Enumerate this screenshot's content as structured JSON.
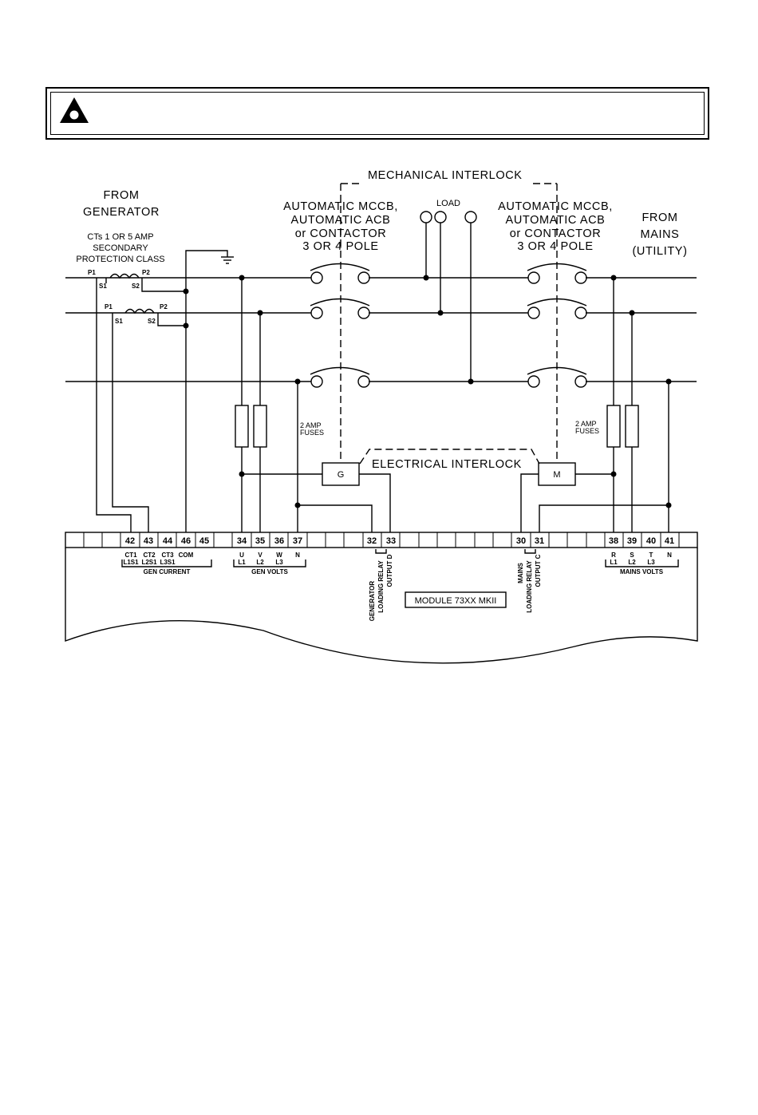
{
  "warning": {
    "icon": "warning-triangle-icon",
    "text": ""
  },
  "diagram": {
    "title_mechanical": "MECHANICAL  INTERLOCK",
    "title_electrical": "ELECTRICAL  INTERLOCK",
    "from_generator": [
      "FROM",
      "GENERATOR"
    ],
    "from_mains": [
      "FROM",
      "MAINS",
      "(UTILITY)"
    ],
    "ct_note": [
      "CTs 1 OR 5 AMP",
      "SECONDARY",
      "PROTECTION CLASS"
    ],
    "breaker_left": [
      "AUTOMATIC MCCB,",
      "AUTOMATIC ACB",
      "or  CONTACTOR",
      "3  OR  4 POLE"
    ],
    "breaker_right": [
      "AUTOMATIC MCCB,",
      "AUTOMATIC ACB",
      "or  CONTACTOR",
      "3  OR  4 POLE"
    ],
    "load_label": "LOAD",
    "fuses_left": [
      "2 AMP",
      "FUSES"
    ],
    "fuses_right": [
      "2 AMP",
      "FUSES"
    ],
    "ct_labels": {
      "p1": "P1",
      "p2": "P2",
      "s1": "S1",
      "s2": "S2"
    },
    "coil_g": "G",
    "coil_m": "M",
    "terminals": [
      "42",
      "43",
      "44",
      "46",
      "45",
      "34",
      "35",
      "36",
      "37",
      "32",
      "33",
      "30",
      "31",
      "38",
      "39",
      "40",
      "41"
    ],
    "gen_current": {
      "cols": [
        "CT1",
        "CT2",
        "CT3",
        "COM"
      ],
      "sub": [
        "L1S1",
        "L2S1",
        "L3S1"
      ],
      "label": "GEN CURRENT"
    },
    "gen_volts": {
      "cols": [
        "U",
        "V",
        "W",
        "N"
      ],
      "sub": [
        "L1",
        "L2",
        "L3"
      ],
      "label": "GEN VOLTS"
    },
    "mains_volts": {
      "cols": [
        "R",
        "S",
        "T",
        "N"
      ],
      "sub": [
        "L1",
        "L2",
        "L3"
      ],
      "label": "MAINS VOLTS"
    },
    "gen_relay": [
      "GENERATOR",
      "LOADING RELAY",
      "OUTPUT D"
    ],
    "mains_relay": [
      "MAINS",
      "LOADING RELAY",
      "OUTPUT C"
    ],
    "module_label": "MODULE 73XX MKII"
  }
}
